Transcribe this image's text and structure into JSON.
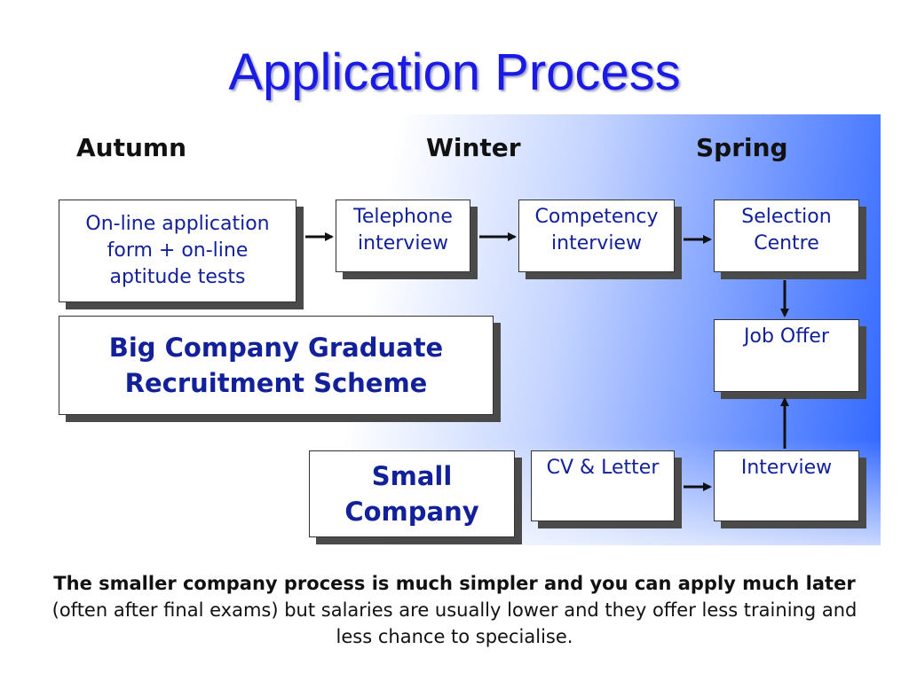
{
  "title": "Application Process",
  "seasons": {
    "autumn": "Autumn",
    "winter": "Winter",
    "spring": "Spring"
  },
  "boxes": {
    "online_application": "On-line application form + on-line aptitude tests",
    "telephone_interview": "Telephone interview",
    "competency_interview": "Competency interview",
    "selection_centre": "Selection Centre",
    "big_company": "Big Company Graduate Recruitment Scheme",
    "job_offer": "Job Offer",
    "small_company": "Small Company",
    "cv_letter": "CV & Letter",
    "interview": "Interview"
  },
  "caption": {
    "bold": "The smaller company process is much simpler and you can apply much later",
    "normal": " (often after final exams) but salaries are usually lower and they offer less training and less chance to specialise."
  },
  "colors": {
    "title": "#1a1ae6",
    "box_text": "#12219a",
    "panel_gradient_end": "#2c64ff"
  }
}
